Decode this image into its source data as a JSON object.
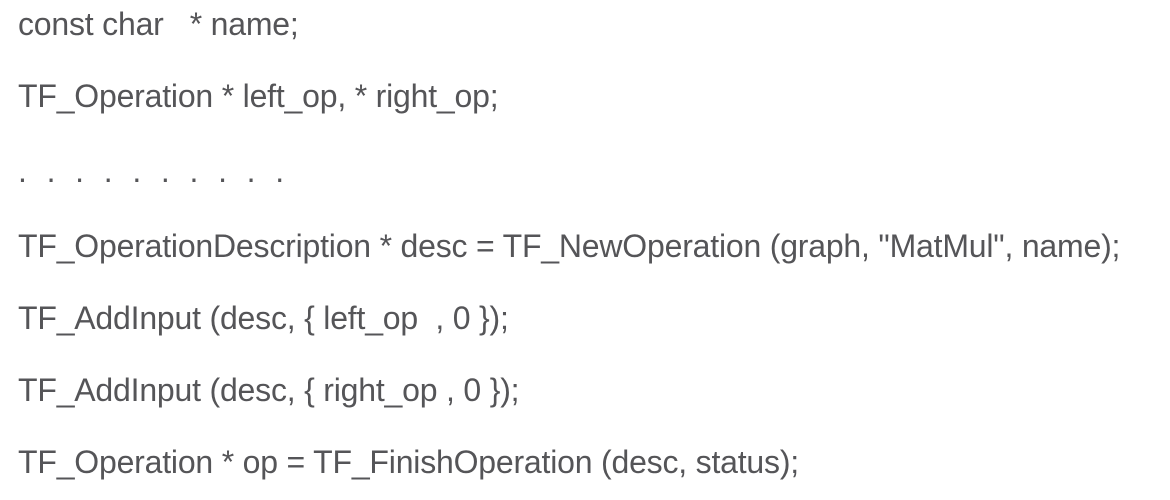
{
  "document": {
    "type": "code-snippet",
    "language": "c",
    "background_color": "#ffffff",
    "text_color": "#555558"
  },
  "code": {
    "lines": [
      {
        "id": "decl-name",
        "text": "const char   * name;"
      },
      {
        "id": "decl-operands",
        "text": "TF_Operation * left_op, * right_op;"
      },
      {
        "id": "ellipsis",
        "text": ". . . . . . . . . ."
      },
      {
        "id": "new-operation",
        "text": "TF_OperationDescription * desc = TF_NewOperation (graph, \"MatMul\", name);"
      },
      {
        "id": "add-input-left",
        "text": "TF_AddInput (desc, { left_op  , 0 });"
      },
      {
        "id": "add-input-right",
        "text": "TF_AddInput (desc, { right_op , 0 });"
      },
      {
        "id": "finish-operation",
        "text": "TF_Operation * op = TF_FinishOperation (desc, status);"
      }
    ]
  }
}
